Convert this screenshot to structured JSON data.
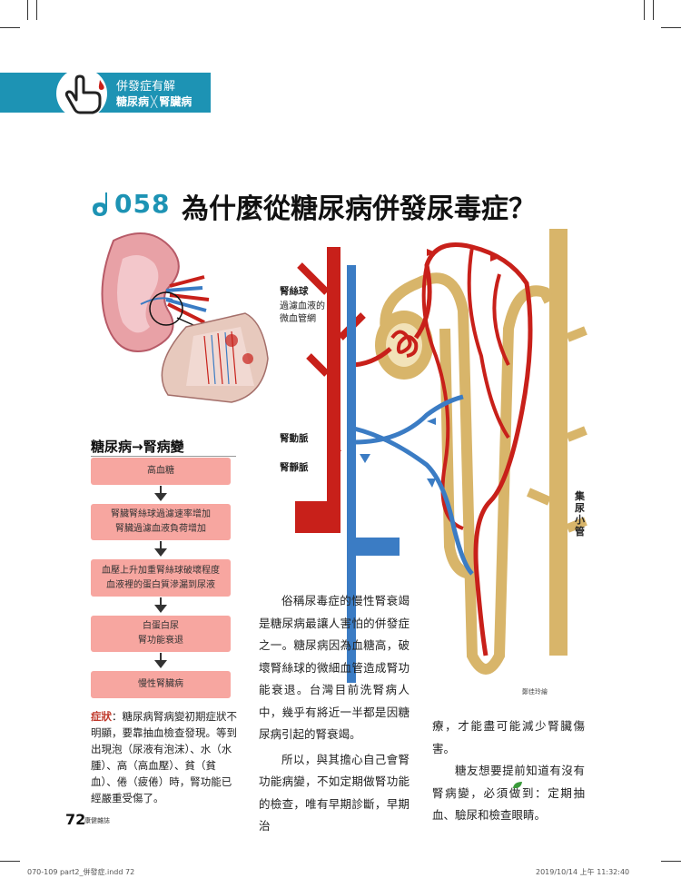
{
  "header": {
    "category": "併發症有解",
    "subcategory_a": "糖尿病",
    "subcategory_sep": "╳",
    "subcategory_b": "腎臟病"
  },
  "question": {
    "number": "058",
    "title": "為什麼從糖尿病併發尿毒症？"
  },
  "diagram": {
    "glomerulus_label": "腎絲球",
    "glomerulus_desc_1": "過濾血液的",
    "glomerulus_desc_2": "微血管網",
    "artery_label": "腎動脈",
    "vein_label": "腎靜脈",
    "collecting_duct_label": "集尿小管",
    "credit": "鄭佳玲繪"
  },
  "flowchart": {
    "title": "糖尿病→腎病變",
    "steps": [
      {
        "line1": "高血糖",
        "line2": ""
      },
      {
        "line1": "腎臟腎絲球過濾速率增加",
        "line2": "腎臟過濾血液負荷增加"
      },
      {
        "line1": "血壓上升加重腎絲球破壞程度",
        "line2": "血液裡的蛋白質滲漏到尿液"
      },
      {
        "line1": "白蛋白尿",
        "line2": "腎功能衰退"
      },
      {
        "line1": "慢性腎臟病",
        "line2": ""
      }
    ]
  },
  "symptom": {
    "label": "症狀",
    "text": "：糖尿病腎病變初期症狀不明顯，要靠抽血檢查發現。等到出現泡（尿液有泡沫）、水（水腫）、高（高血壓）、貧（貧血）、倦（疲倦）時，腎功能已經嚴重受傷了。"
  },
  "article": {
    "col1_p1": "俗稱尿毒症的慢性腎衰竭是糖尿病最讓人害怕的併發症之一。糖尿病因為血糖高，破壞腎絲球的微細血管造成腎功能衰退。台灣目前洗腎病人中，幾乎有將近一半都是因糖尿病引起的腎衰竭。",
    "col1_p2": "所以，與其擔心自己會腎功能病變，不如定期做腎功能的檢查，唯有早期診斷，早期治",
    "col2_p1": "療，才能盡可能減少腎臟傷害。",
    "col2_p2": "糖友想要提前知道有沒有腎病變，必須做到：定期抽血、驗尿和檢查眼睛。"
  },
  "footer": {
    "page_number": "72",
    "magazine": "康健雜誌",
    "file_info": "070-109 part2_併發症.indd   72",
    "timestamp": "2019/10/14   上午 11:32:40"
  },
  "colors": {
    "accent_blue": "#1d93b4",
    "box_pink": "#f7a6a0",
    "artery_red": "#c8201a",
    "vein_blue": "#3b7cc4",
    "tubule_tan": "#d8b56a"
  }
}
